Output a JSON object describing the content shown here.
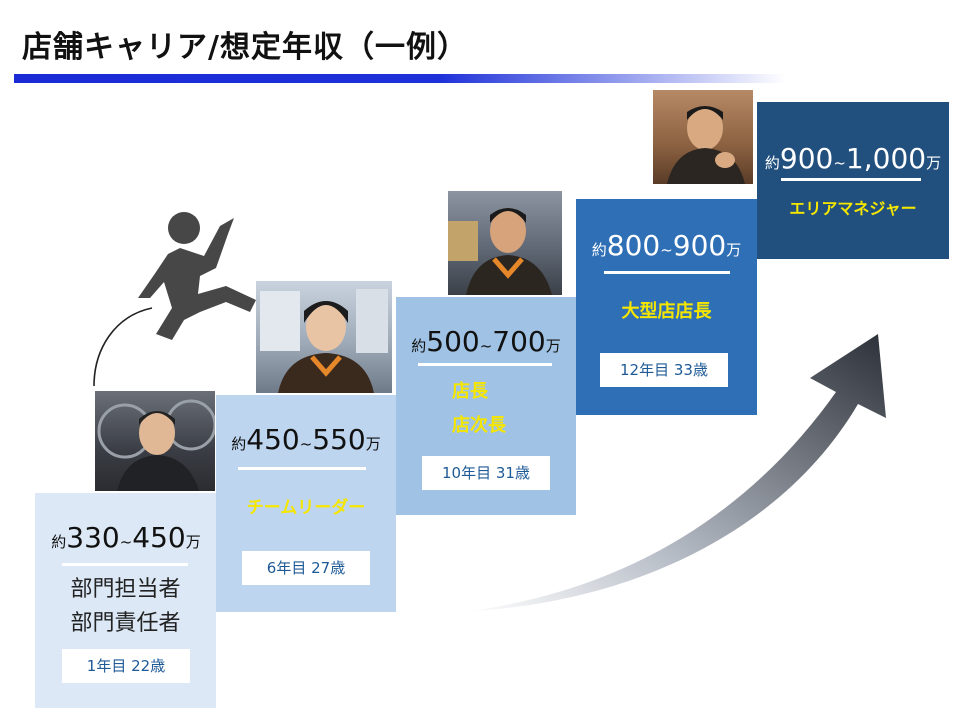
{
  "title": "店舗キャリア/想定年収（一例）",
  "steps": [
    {
      "yaku": "約",
      "min": "330",
      "tilde": "~",
      "max": "450",
      "man": "万",
      "roles": [
        "部門担当者",
        "部門責任者"
      ],
      "years": "1年目 22歳",
      "box_color": "#dce8f5",
      "role_color": "#222222"
    },
    {
      "yaku": "約",
      "min": "450",
      "tilde": "~",
      "max": "550",
      "man": "万",
      "roles": [
        "チームリーダー"
      ],
      "years": "6年目 27歳",
      "box_color": "#bdd5ee",
      "role_color": "#f5e600"
    },
    {
      "yaku": "約",
      "min": "500",
      "tilde": "~",
      "max": "700",
      "man": "万",
      "roles": [
        "店長",
        "店次長"
      ],
      "years": "10年目 31歳",
      "box_color": "#9fc2e5",
      "role_color": "#f5e600"
    },
    {
      "yaku": "約",
      "min": "800",
      "tilde": "~",
      "max": "900",
      "man": "万",
      "roles": [
        "大型店店長"
      ],
      "years": "12年目 33歳",
      "box_color": "#2e6fb6",
      "role_color": "#f5e600"
    },
    {
      "yaku": "約",
      "min": "900",
      "tilde": "~",
      "max": "1,000",
      "man": "万",
      "roles": [
        "エリアマネジャー"
      ],
      "years": "",
      "box_color": "#21507f",
      "role_color": "#f5e600"
    }
  ],
  "icons": {
    "jumper": "jumping-person-icon",
    "arrow": "growth-arrow-icon"
  }
}
